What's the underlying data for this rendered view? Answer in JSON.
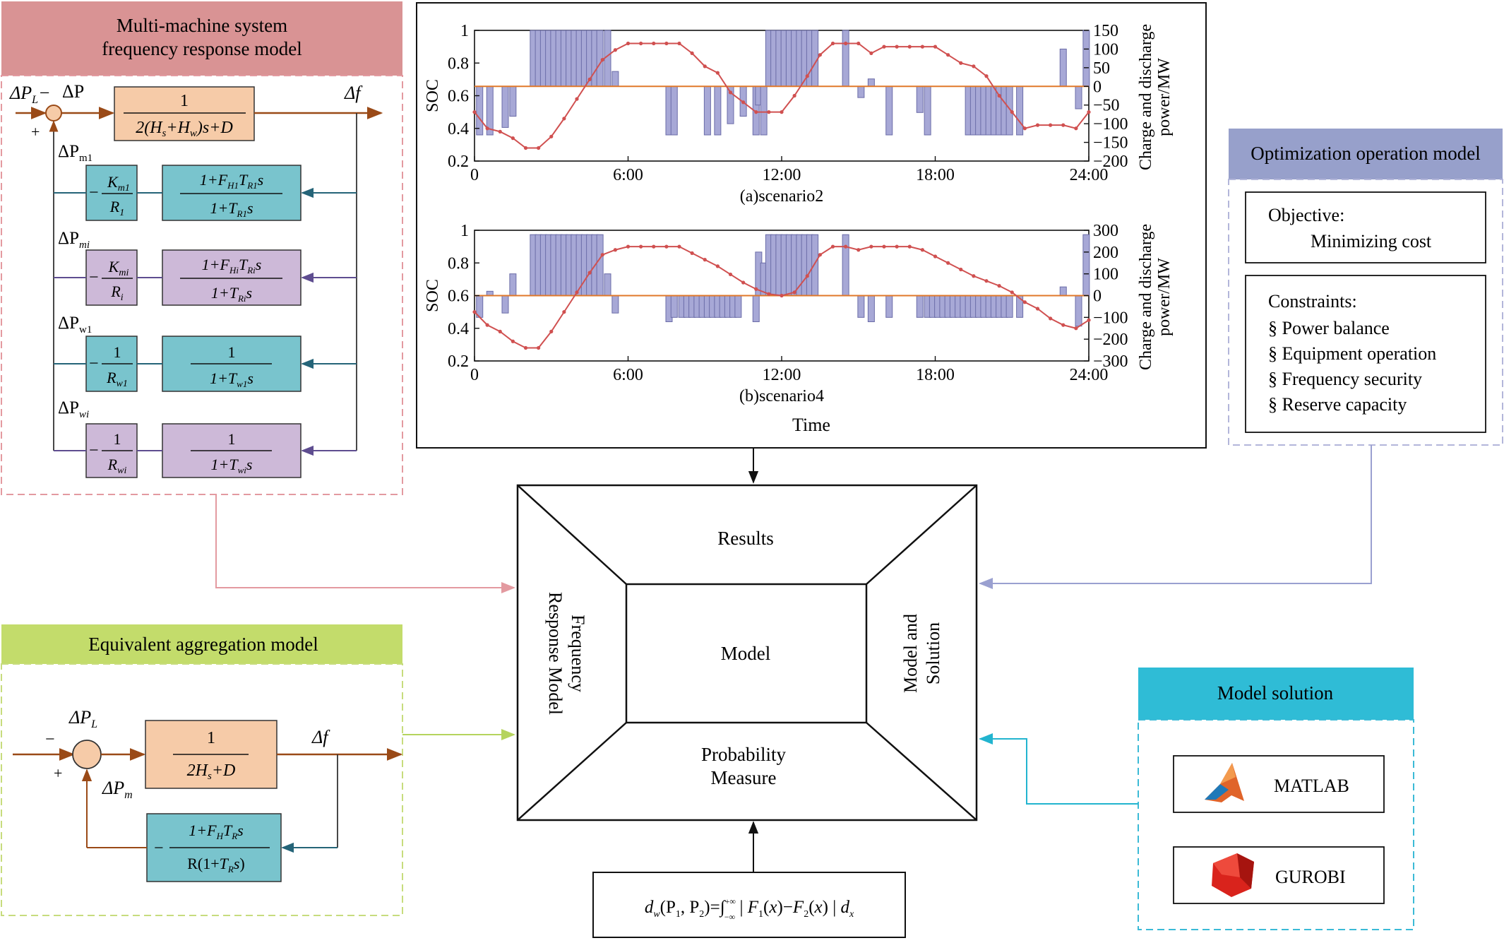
{
  "colors": {
    "pink_header": "#d99394",
    "pink_dash": "#e39aa0",
    "green_header": "#c3dc6b",
    "green_dash": "#c7dc7d",
    "purple_header": "#97a0cb",
    "purple_dash": "#b3b6da",
    "cyan_header": "#2fbcd6",
    "cyan_dash": "#3bbad6",
    "orange_block": "#f6cba8",
    "teal_block": "#79c4cd",
    "lilac_block": "#cdb9d8",
    "soc_line": "#d05050",
    "bar_fill": "#a7a8d6",
    "bar_stroke": "#6b6ca8",
    "arrow_brown": "#9a4a17",
    "arrow_teal": "#256478",
    "arrow_purple": "#5e4d90"
  },
  "panels": {
    "multi_machine": {
      "title_line1": "Multi-machine system",
      "title_line2": "frequency response model"
    },
    "equivalent": {
      "title": "Equivalent aggregation model"
    },
    "optimization": {
      "title": "Optimization operation model"
    },
    "solution": {
      "title": "Model solution"
    }
  },
  "multi": {
    "dPL": "ΔP",
    "dPL_sub": "L",
    "minus": "−",
    "plus": "+",
    "dP": "ΔP",
    "df": "Δf",
    "main_num": "1",
    "main_den": "2(H_s+H_w)s+D",
    "rows": [
      {
        "label": "ΔP",
        "label_sub": "m1",
        "left_num": "K_m1",
        "left_den": "R_1",
        "right_num": "1+F_H1 T_R1 s",
        "right_den": "1+T_R1 s"
      },
      {
        "label": "ΔP",
        "label_sub": "mi",
        "left_num": "K_mi",
        "left_den": "R_i",
        "right_num": "1+F_Hi T_Ri s",
        "right_den": "1+T_Ri s"
      },
      {
        "label": "ΔP",
        "label_sub": "w1",
        "left_num": "1",
        "left_den": "R_w1",
        "right_num": "1",
        "right_den": "1+T_w1 s"
      },
      {
        "label": "ΔP",
        "label_sub": "wi",
        "left_num": "1",
        "left_den": "R_wi",
        "right_num": "1",
        "right_den": "1+T_wi s"
      }
    ]
  },
  "equiv": {
    "dPL": "ΔP",
    "dPL_sub": "L",
    "minus": "−",
    "plus": "+",
    "dPm": "ΔP",
    "dPm_sub": "m",
    "df": "Δf",
    "main_num": "1",
    "main_den": "2H_s+D",
    "fb_num": "1+F_H T_R s",
    "fb_den": "R(1+T_R s)"
  },
  "optimization": {
    "objective_label": "Objective:",
    "objective_value": "Minimizing cost",
    "constraints_label": "Constraints:",
    "constraints": [
      "§ Power balance",
      "§ Equipment operation",
      "§ Frequency security",
      "§ Reserve capacity"
    ]
  },
  "solution": {
    "matlab": "MATLAB",
    "gurobi": "GUROBI"
  },
  "frame": {
    "top": "Results",
    "center": "Model",
    "left": "Frequency Response Model",
    "right": "Model and Solution",
    "bottom_line1": "Probability",
    "bottom_line2": "Measure"
  },
  "formula": {
    "text": "d_w(P_1, P_2)=∫_{−∞}^{+∞} | F_1(x)−F_2(x) | d_x"
  },
  "chart_data": [
    {
      "type": "bar+line",
      "title": "(a)scenario2",
      "xlabel": "Time",
      "ylabel_left": "SOC",
      "ylabel_right": "Charge and discharge power/MW",
      "x_ticks": [
        "0",
        "6:00",
        "12:00",
        "18:00",
        "24:00"
      ],
      "xlim_hours": [
        0,
        24
      ],
      "ylim_left": [
        0.2,
        1
      ],
      "yticks_left": [
        "0.2",
        "0.4",
        "0.6",
        "0.8",
        "1"
      ],
      "ylim_right": [
        -200,
        150
      ],
      "yticks_right": [
        "−200",
        "−150",
        "−100",
        "−50",
        "0",
        "50",
        "100",
        "150"
      ],
      "series": [
        {
          "name": "SOC",
          "x_hours": [
            0,
            0.5,
            1,
            1.5,
            2,
            2.5,
            3,
            3.5,
            4,
            4.5,
            5,
            5.5,
            6,
            6.5,
            7,
            7.5,
            8,
            8.5,
            9,
            9.5,
            10,
            10.5,
            11,
            11.5,
            12,
            12.5,
            13,
            13.5,
            14,
            14.5,
            15,
            15.5,
            16,
            16.5,
            17,
            17.5,
            18,
            18.5,
            19,
            19.5,
            20,
            20.5,
            21,
            21.5,
            22,
            22.5,
            23,
            23.5,
            24
          ],
          "values": [
            0.5,
            0.4,
            0.38,
            0.34,
            0.28,
            0.28,
            0.35,
            0.46,
            0.58,
            0.7,
            0.82,
            0.88,
            0.92,
            0.92,
            0.92,
            0.92,
            0.92,
            0.86,
            0.78,
            0.74,
            0.62,
            0.56,
            0.5,
            0.5,
            0.5,
            0.6,
            0.72,
            0.85,
            0.92,
            0.92,
            0.92,
            0.86,
            0.9,
            0.9,
            0.9,
            0.9,
            0.9,
            0.85,
            0.8,
            0.78,
            0.72,
            0.6,
            0.5,
            0.4,
            0.42,
            0.42,
            0.42,
            0.4,
            0.5
          ]
        },
        {
          "name": "Power",
          "x_hours": [
            0.2,
            0.6,
            1.2,
            1.5,
            2.3,
            2.5,
            2.7,
            2.9,
            3.1,
            3.3,
            3.5,
            3.7,
            3.9,
            4.1,
            4.3,
            4.5,
            4.7,
            4.9,
            5.2,
            5.5,
            7.6,
            7.8,
            9.1,
            9.5,
            10.0,
            10.5,
            11.0,
            11.1,
            11.3,
            11.5,
            11.7,
            11.9,
            12.1,
            12.3,
            12.5,
            12.7,
            12.9,
            13.1,
            13.3,
            14.5,
            15.1,
            15.5,
            16.2,
            17.4,
            17.7,
            19.3,
            19.5,
            19.7,
            19.9,
            20.1,
            20.3,
            20.5,
            20.7,
            20.9,
            21.3,
            23.0,
            23.6,
            23.9
          ],
          "values": [
            -130,
            -130,
            -110,
            -80,
            150,
            150,
            150,
            150,
            150,
            150,
            150,
            150,
            150,
            150,
            150,
            150,
            150,
            150,
            150,
            40,
            -130,
            -130,
            -130,
            -130,
            -100,
            -80,
            -130,
            -50,
            -130,
            150,
            150,
            150,
            150,
            150,
            150,
            150,
            150,
            150,
            150,
            150,
            -30,
            20,
            -130,
            -70,
            -130,
            -130,
            -130,
            -130,
            -130,
            -130,
            -130,
            -130,
            -130,
            -130,
            -130,
            100,
            -60,
            150
          ]
        }
      ]
    },
    {
      "type": "bar+line",
      "title": "(b)scenario4",
      "xlabel": "Time",
      "ylabel_left": "SOC",
      "ylabel_right": "Charge and discharge power/MW",
      "x_ticks": [
        "0",
        "6:00",
        "12:00",
        "18:00",
        "24:00"
      ],
      "xlim_hours": [
        0,
        24
      ],
      "ylim_left": [
        0.2,
        1
      ],
      "yticks_left": [
        "0.2",
        "0.4",
        "0.6",
        "0.8",
        "1"
      ],
      "ylim_right": [
        -300,
        300
      ],
      "yticks_right": [
        "−300",
        "−200",
        "−100",
        "0",
        "100",
        "200",
        "300"
      ],
      "series": [
        {
          "name": "SOC",
          "x_hours": [
            0,
            0.5,
            1,
            1.5,
            2,
            2.5,
            3,
            3.5,
            4,
            4.5,
            5,
            5.5,
            6,
            6.5,
            7,
            7.5,
            8,
            8.5,
            9,
            9.5,
            10,
            10.5,
            11,
            11.5,
            12,
            12.5,
            13,
            13.5,
            14,
            14.5,
            15,
            15.5,
            16,
            16.5,
            17,
            17.5,
            18,
            18.5,
            19,
            19.5,
            20,
            20.5,
            21,
            21.5,
            22,
            22.5,
            23,
            23.5,
            24
          ],
          "values": [
            0.5,
            0.42,
            0.38,
            0.32,
            0.28,
            0.28,
            0.38,
            0.5,
            0.62,
            0.74,
            0.85,
            0.88,
            0.9,
            0.9,
            0.9,
            0.9,
            0.9,
            0.86,
            0.82,
            0.78,
            0.73,
            0.68,
            0.64,
            0.61,
            0.6,
            0.62,
            0.72,
            0.85,
            0.9,
            0.9,
            0.88,
            0.9,
            0.9,
            0.9,
            0.9,
            0.88,
            0.84,
            0.8,
            0.76,
            0.72,
            0.69,
            0.66,
            0.62,
            0.56,
            0.52,
            0.46,
            0.42,
            0.4,
            0.45
          ]
        },
        {
          "name": "Power",
          "x_hours": [
            0.2,
            0.6,
            1.2,
            1.5,
            2.3,
            2.5,
            2.7,
            2.9,
            3.1,
            3.3,
            3.5,
            3.7,
            3.9,
            4.1,
            4.3,
            4.5,
            4.7,
            4.9,
            5.2,
            5.5,
            7.6,
            7.8,
            8.1,
            8.3,
            8.5,
            8.7,
            8.9,
            9.1,
            9.3,
            9.5,
            9.7,
            9.9,
            10.1,
            10.3,
            11.0,
            11.1,
            11.3,
            11.5,
            11.7,
            11.9,
            12.1,
            12.3,
            12.5,
            12.7,
            12.9,
            13.1,
            13.3,
            14.5,
            15.1,
            15.5,
            16.2,
            17.4,
            17.7,
            17.9,
            18.1,
            18.3,
            18.5,
            18.7,
            18.9,
            19.1,
            19.3,
            19.5,
            19.7,
            19.9,
            20.1,
            20.3,
            20.5,
            20.7,
            20.9,
            21.3,
            23.0,
            23.6,
            23.9
          ],
          "values": [
            -100,
            20,
            -80,
            100,
            280,
            280,
            280,
            280,
            280,
            280,
            280,
            280,
            280,
            280,
            280,
            280,
            280,
            280,
            100,
            -80,
            -120,
            -100,
            -100,
            -100,
            -100,
            -100,
            -100,
            -100,
            -100,
            -100,
            -100,
            -100,
            -100,
            -100,
            -120,
            200,
            150,
            280,
            280,
            280,
            280,
            280,
            280,
            280,
            280,
            280,
            280,
            280,
            -100,
            -120,
            -100,
            -100,
            -100,
            -100,
            -100,
            -100,
            -100,
            -100,
            -100,
            -100,
            -100,
            -100,
            -100,
            -100,
            -100,
            -100,
            -100,
            -100,
            -100,
            -100,
            40,
            -140,
            280
          ]
        }
      ]
    }
  ]
}
